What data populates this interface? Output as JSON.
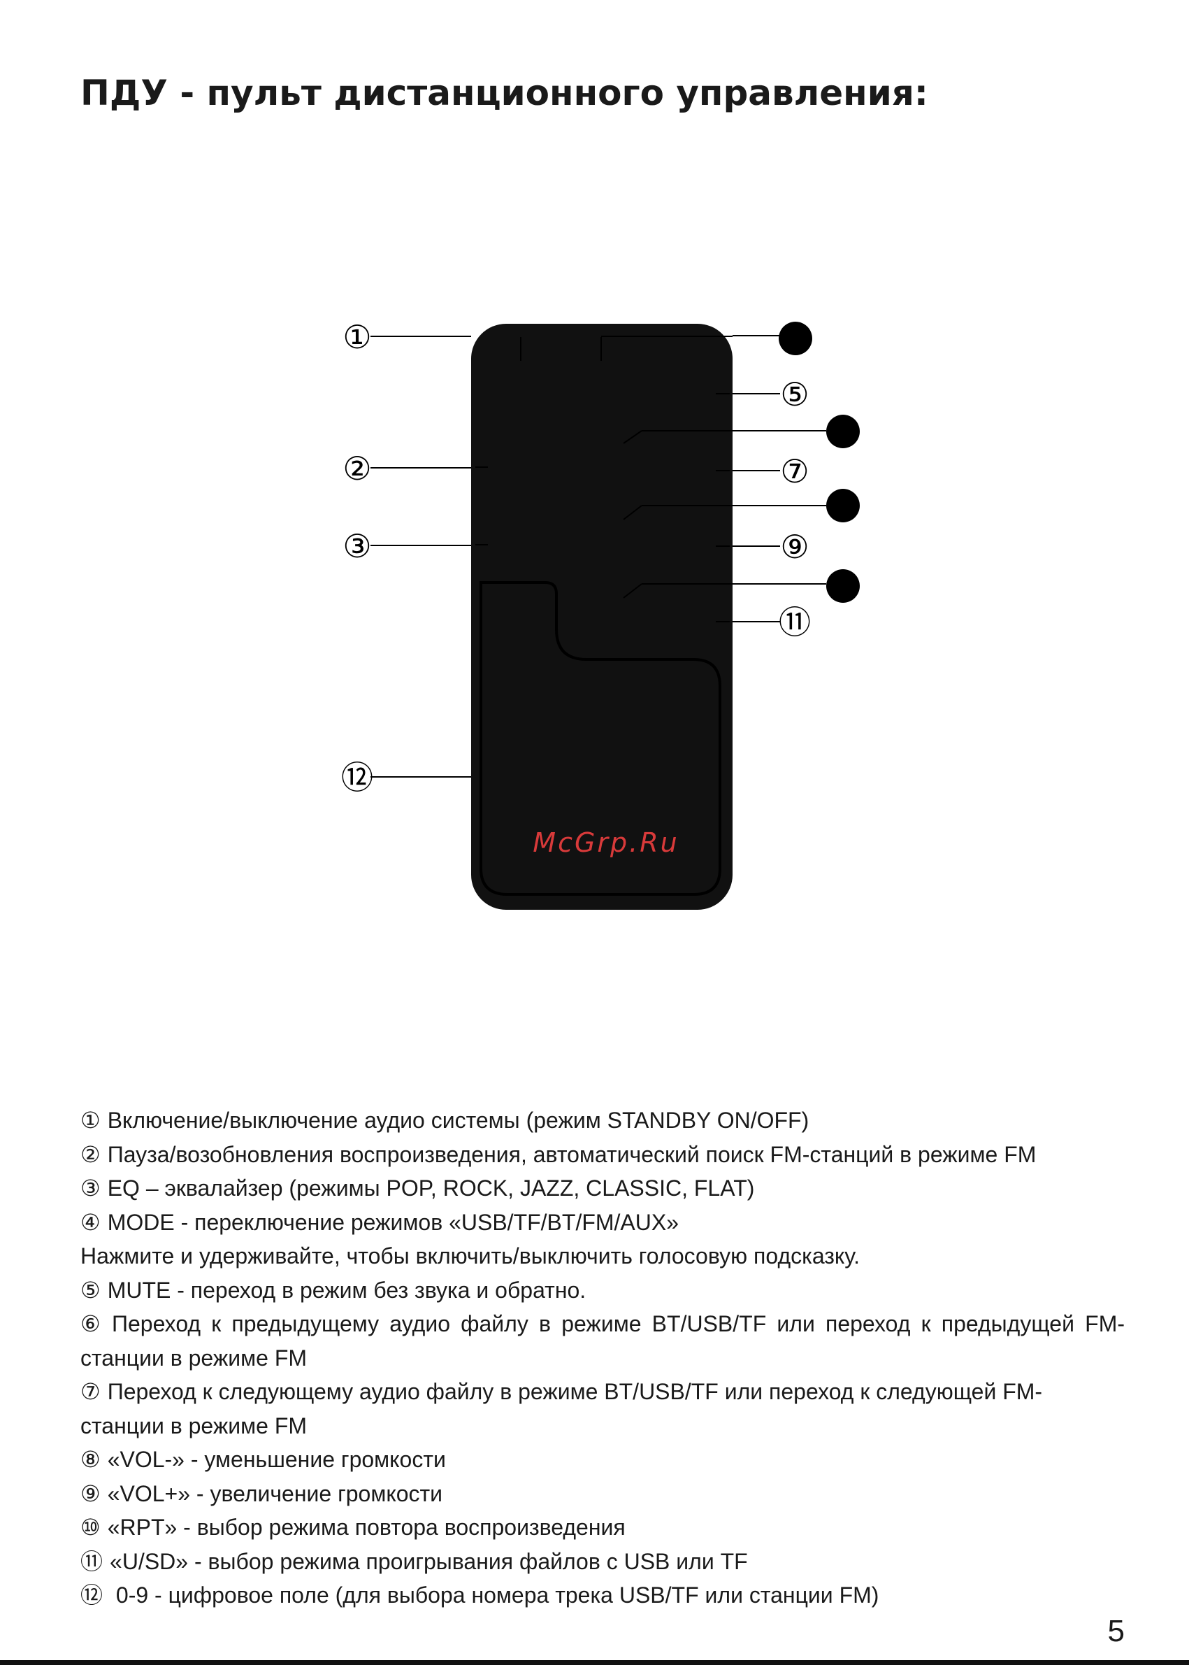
{
  "title": "ПДУ - пульт дистанционного управления:",
  "diagram": {
    "callouts": [
      "①",
      "②",
      "③",
      "⑤",
      "⑦",
      "⑨",
      "⑪",
      "⑫"
    ],
    "watermark": "McGrp.Ru",
    "watermark_color": "#d83a3a",
    "remote_color": "#111111"
  },
  "items": [
    {
      "num": "①",
      "text": "Включение/выключение аудио системы (режим STANDBY ON/OFF)"
    },
    {
      "num": "②",
      "text": "Пауза/возобновления воспроизведения, автоматический поиск FM-станций в режиме FM"
    },
    {
      "num": "③",
      "text": "EQ – эквалайзер (режимы POP, ROCK, JAZZ, CLASSIC, FLAT)"
    },
    {
      "num": "④",
      "text": "MODE - переключение режимов  «USB/TF/BT/FM/AUX»"
    },
    {
      "num": "",
      "text": "Нажмите и удерживайте, чтобы включить/выключить голосовую подсказку."
    },
    {
      "num": "⑤",
      "text": "MUTE - переход в режим без звука и обратно."
    },
    {
      "num": "⑥",
      "text": "Переход к предыдущему аудио файлу в режиме BT/USB/TF или переход к предыдущей FM-станции в режиме FM"
    },
    {
      "num": "⑦",
      "text": "Переход к следующему аудио файлу в режиме BT/USB/TF или переход к следующей FM-станции в режиме FM"
    },
    {
      "num": "⑧",
      "text": "«VOL-» - уменьшение громкости"
    },
    {
      "num": "⑨",
      "text": "«VOL+» - увеличение громкости"
    },
    {
      "num": "⑩",
      "text": "«RPT» - выбор режима повтора воспроизведения"
    },
    {
      "num": "⑪",
      "text": "«U/SD» - выбор режима проигрывания файлов с USB или TF"
    },
    {
      "num": "⑫",
      "text": " 0-9 - цифровое поле (для выбора номера трека USB/TF или станции FM)"
    }
  ],
  "page_number": "5"
}
